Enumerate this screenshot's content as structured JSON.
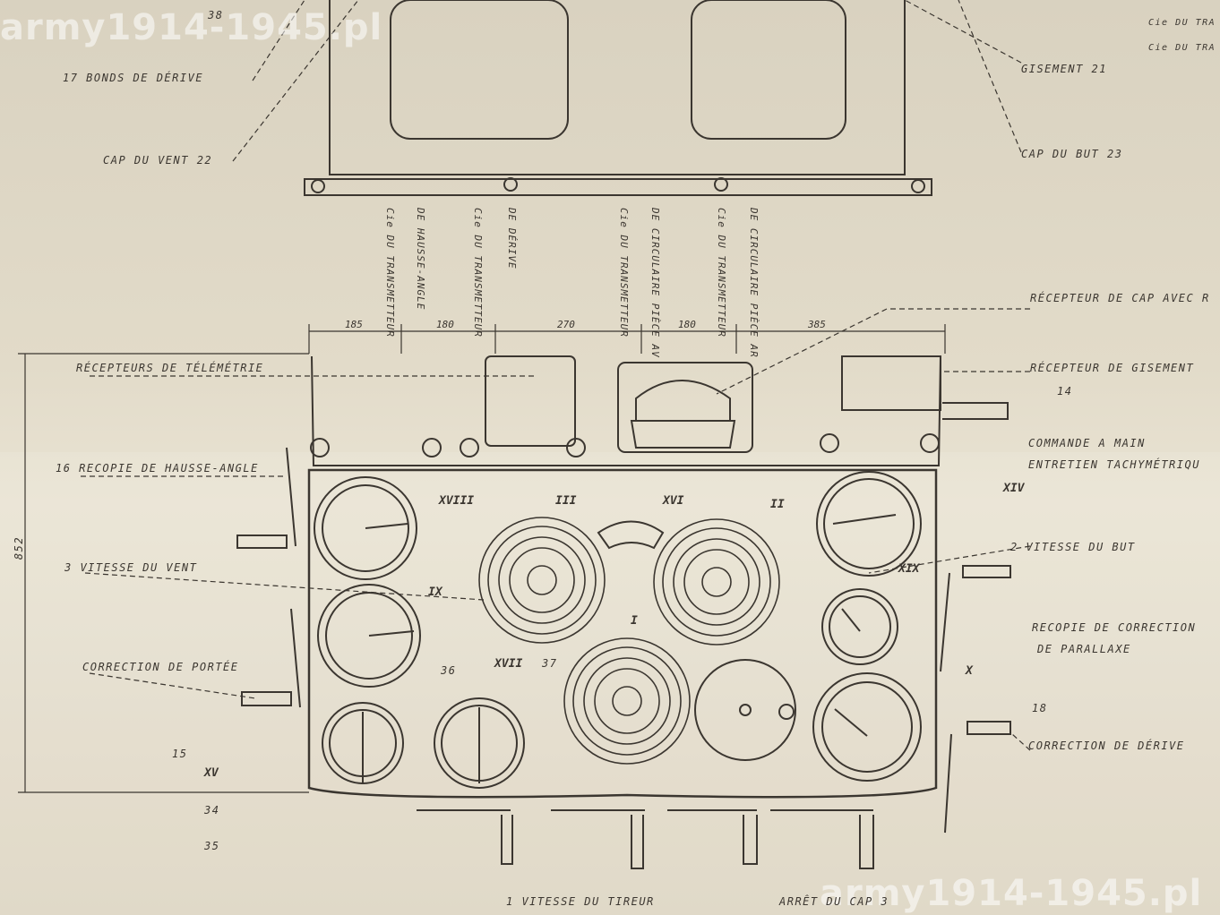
{
  "watermarks": {
    "top_left": "army1914-1945.pl",
    "bottom_right": "army1914-1945.pl"
  },
  "labels": {
    "l38": "38",
    "l17": "17 BONDS DE DÉRIVE",
    "cap_vent": "CAP DU VENT 22",
    "gisement21": "GISEMENT 21",
    "cap_but": "CAP DU BUT 23",
    "cie_tra_1": "Cie DU TRA",
    "cie_tra_2": "Cie DU TRA",
    "recepteur_cap": "RÉCEPTEUR DE CAP AVEC R",
    "recepteurs_telemetrie": "RÉCEPTEURS DE TÉLÉMÉTRIE",
    "recepteur_gisement": "RÉCEPTEUR DE GISEMENT",
    "l14": "14",
    "commande_main": "COMMANDE A MAIN",
    "entretien": "ENTRETIEN TACHYMÉTRIQU",
    "recopie_hausse": "16 RECOPIE DE HAUSSE-ANGLE",
    "vitesse_vent": "3 VITESSE DU VENT",
    "vitesse_but": "2 VITESSE DU BUT",
    "recopie_correction": "RECOPIE DE CORRECTION",
    "de_parallaxe": "DE PARALLAXE",
    "correction_portee": "CORRECTION DE PORTÉE",
    "l15": "15",
    "l18": "18",
    "correction_derive": "CORRECTION DE DÉRIVE",
    "l34": "34",
    "l35": "35",
    "l36": "36",
    "l37": "37",
    "vitesse_tireur": "1 VITESSE DU TIREUR",
    "arret_cap": "ARRÊT DU CAP 3",
    "height_dim": "852"
  },
  "vertical_labels": {
    "v1": "Cie DU TRANSMETTEUR",
    "v2": "DE HAUSSE-ANGLE",
    "v3": "Cie DU TRANSMETTEUR",
    "v4": "DE DÉRIVE",
    "v5": "Cie DU TRANSMETTEUR",
    "v6": "DE CIRCULAIRE PIÈCE AV",
    "v7": "Cie DU TRANSMETTEUR",
    "v8": "DE CIRCULAIRE PIÈCE AR"
  },
  "dimensions": [
    "185",
    "180",
    "270",
    "180",
    "385"
  ],
  "roman": {
    "r1": "XVIII",
    "r2": "III",
    "r3": "XVI",
    "r4": "II",
    "r5": "XIV",
    "r6": "IX",
    "r7": "XIX",
    "r8": "I",
    "r9": "XVII",
    "r10": "X",
    "r11": "XV"
  },
  "colors": {
    "ink": "#3b3630",
    "paper": "#e3dccb"
  }
}
